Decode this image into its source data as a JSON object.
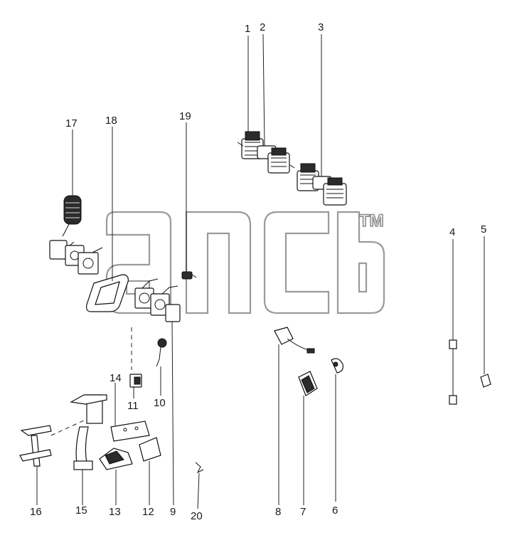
{
  "watermark": {
    "mark": "TM"
  },
  "callouts": [
    "1",
    "2",
    "3",
    "4",
    "5",
    "6",
    "7",
    "8",
    "9",
    "10",
    "11",
    "12",
    "13",
    "14",
    "15",
    "16",
    "17",
    "18",
    "19",
    "20"
  ],
  "icons": [
    "work-lamp-assembly-icon",
    "rotating-beacon-icon",
    "mounting-bracket-icon",
    "wire-harness-icon",
    "horn-icon",
    "relay-icon",
    "switch-icon"
  ]
}
